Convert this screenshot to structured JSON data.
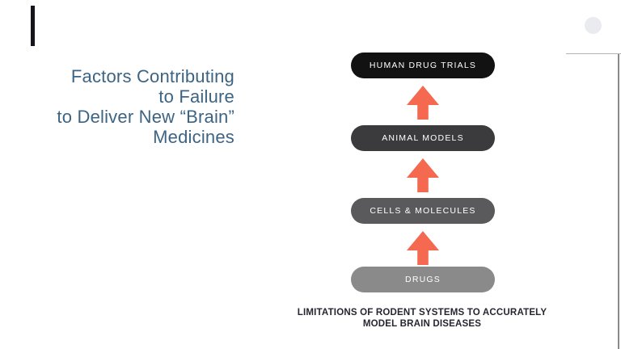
{
  "slide": {
    "title": "Factors Contributing\nto Failure\nto Deliver New “Brain”\nMedicines",
    "caption": "LIMITATIONS OF RODENT SYSTEMS TO ACCURATELY\nMODEL BRAIN DISEASES",
    "pyramid": {
      "description": "Vertical flow of research stages, bottom-to-top, linked by upward arrows",
      "levels": [
        {
          "label": "HUMAN DRUG TRIALS",
          "color": "#121212"
        },
        {
          "label": "ANIMAL MODELS",
          "color": "#3b3b3d"
        },
        {
          "label": "CELLS & MOLECULES",
          "color": "#5a5a5c"
        },
        {
          "label": "DRUGS",
          "color": "#8a8a8a"
        }
      ],
      "arrow_color": "#f4694f",
      "arrow_direction": "up"
    },
    "colors": {
      "background": "#ffffff",
      "title_text": "#3c6484",
      "caption_text": "#262631",
      "pill_text": "#ffffff",
      "accent_bar": "#14141b",
      "decorative_circle": "#e9ebee",
      "edge_line": "#8a8a8a"
    }
  }
}
